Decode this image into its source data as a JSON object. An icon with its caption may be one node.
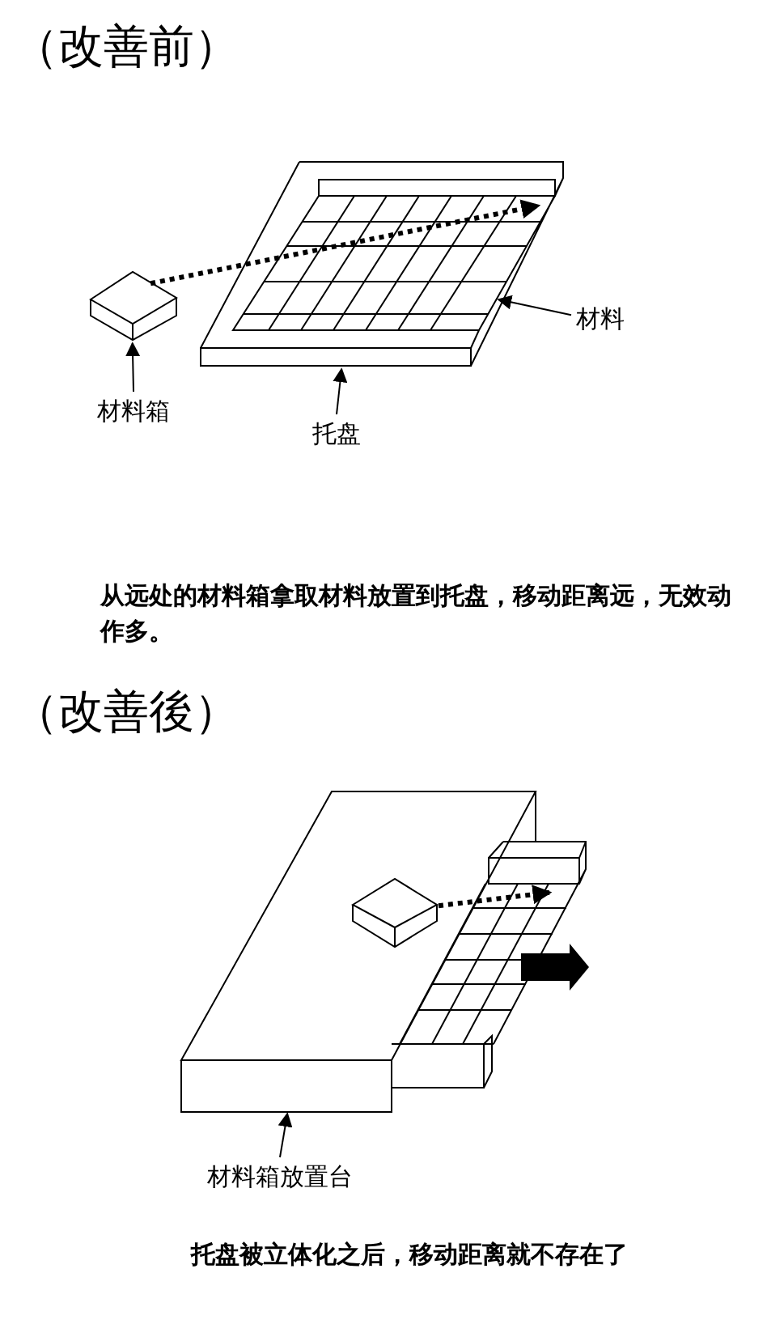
{
  "diagram": {
    "nodes": [
      {
        "text": [],
        "shape": "box"
      },
      {
        "text": [],
        "shape": "box"
      },
      {
        "text": [
          "材料箱"
        ]
      },
      {
        "text": [
          "托盘"
        ]
      },
      {
        "text": [
          "材料"
        ]
      },
      {
        "text": [],
        "shape": "box"
      },
      {
        "text": [],
        "shape": "box",
        "in": 5
      },
      {
        "text": [],
        "shape": "box"
      },
      {
        "text": [
          "材料箱放置台"
        ]
      }
    ],
    "edges": [
      {
        "from": 0,
        "to": 1,
        "arrow": "to",
        "style": "dashed"
      },
      {
        "from": 2,
        "to": 0,
        "arrow": "to"
      },
      {
        "from": 3,
        "to": 1,
        "arrow": "to"
      },
      {
        "from": 4,
        "to": 1,
        "arrow": "to"
      },
      {
        "from": 6,
        "to": 7,
        "arrow": "to",
        "style": "dashed"
      },
      {
        "from": 8,
        "to": 5,
        "arrow": "to"
      }
    ],
    "labels": [
      "（改善前）",
      "从远处的材料箱拿取材料放置到托盘，移动距离远，无效动作多。",
      "（改善後）",
      "托盘被立体化之后，移动距离就不存在了"
    ]
  }
}
